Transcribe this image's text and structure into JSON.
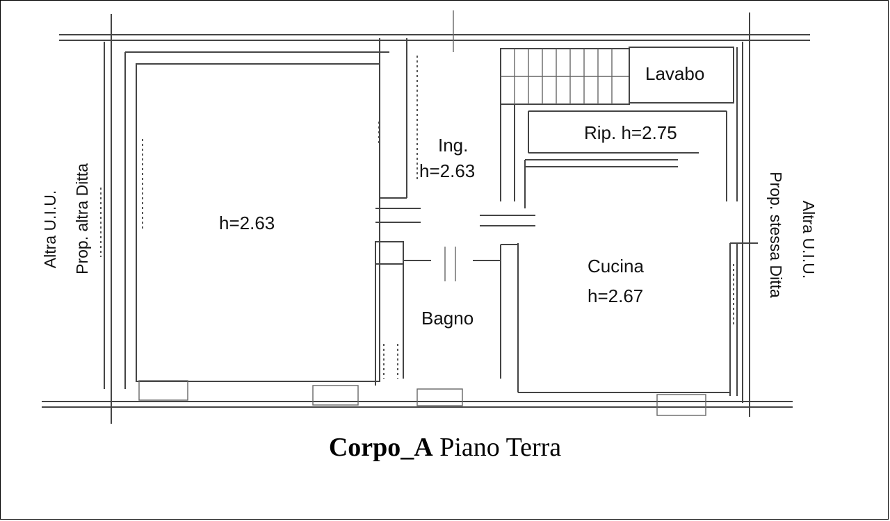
{
  "rooms": {
    "main": "h=2.63",
    "ingresso": "Ing.",
    "ingresso_height": "h=2.63",
    "lavabo": "Lavabo",
    "ripostiglio": "Rip. h=2.75",
    "cucina": "Cucina",
    "cucina_height": "h=2.67",
    "bagno": "Bagno"
  },
  "side_labels": {
    "left_line1": "Altra U.I.U.",
    "left_line2": "Prop. altra Ditta",
    "right_line1": "Altra U.I.U.",
    "right_line2": "Prop. stessa Ditta"
  },
  "caption": {
    "bold": "Corpo_A",
    "normal": " Piano Terra"
  }
}
